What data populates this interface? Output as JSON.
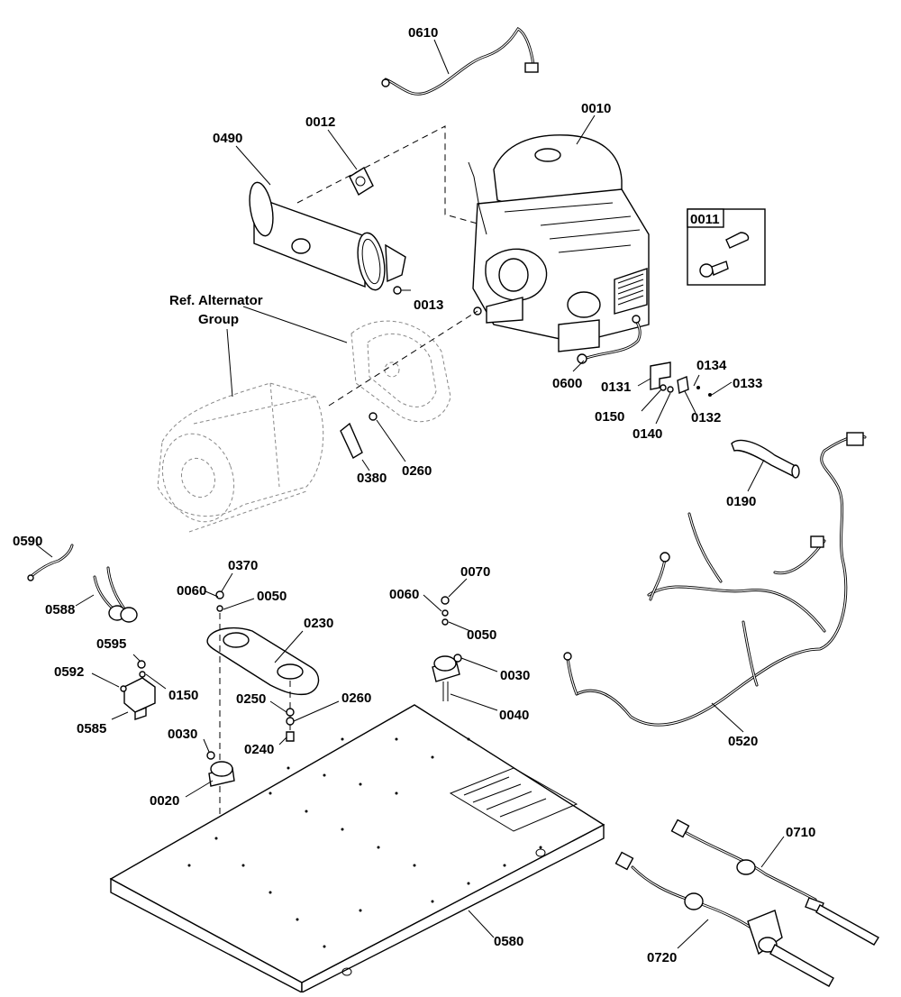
{
  "labels": {
    "p0610": "0610",
    "p0010": "0010",
    "p0012": "0012",
    "p0490": "0490",
    "p0011": "0011",
    "p0013": "0013",
    "ref_alt_line1": "Ref. Alternator",
    "ref_alt_line2": "Group",
    "p0600": "0600",
    "p0134": "0134",
    "p0131": "0131",
    "p0133": "0133",
    "p0150a": "0150",
    "p0132": "0132",
    "p0140": "0140",
    "p0380": "0380",
    "p0260a": "0260",
    "p0190": "0190",
    "p0590": "0590",
    "p0588": "0588",
    "p0370": "0370",
    "p0060a": "0060",
    "p0050a": "0050",
    "p0230": "0230",
    "p0070": "0070",
    "p0060b": "0060",
    "p0050b": "0050",
    "p0595": "0595",
    "p0592": "0592",
    "p0150b": "0150",
    "p0030a": "0030",
    "p0585": "0585",
    "p0250": "0250",
    "p0260b": "0260",
    "p0040": "0040",
    "p0240": "0240",
    "p0030b": "0030",
    "p0020": "0020",
    "p0520": "0520",
    "p0710": "0710",
    "p0580": "0580",
    "p0720": "0720"
  },
  "icons": [
    "engine",
    "muffler",
    "gasket",
    "alternator-housing",
    "stator",
    "wire-harness",
    "battery-cable",
    "fuel-solenoid",
    "isolator-mount",
    "mounting-rail",
    "base-frame",
    "temperature-sensor",
    "hose"
  ]
}
